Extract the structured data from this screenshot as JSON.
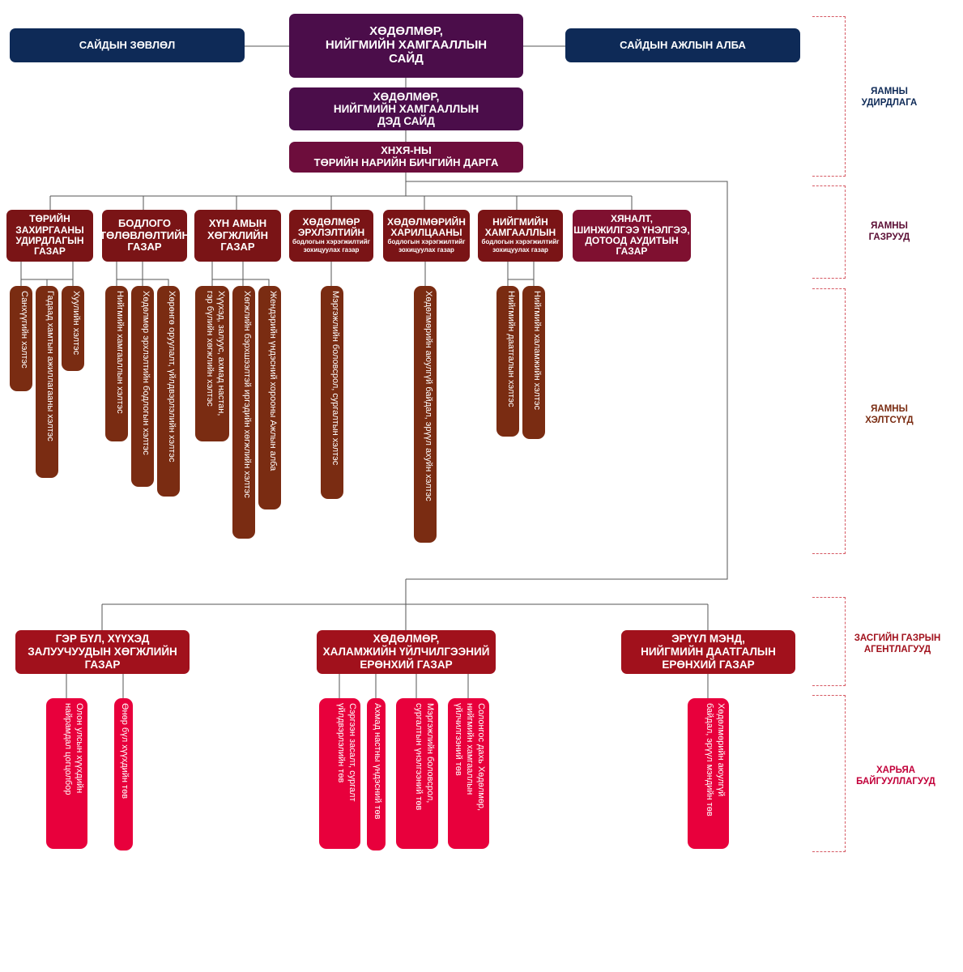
{
  "header": {
    "minister": "ХӨДӨЛМӨР,\nНИЙГМИЙН ХАМГААЛЛЫН\nСАЙД",
    "council": "САЙДЫН ЗӨВЛӨЛ",
    "office": "САЙДЫН АЖЛЫН АЛБА",
    "deputy": "ХӨДӨЛМӨР,\nНИЙГМИЙН ХАМГААЛЛЫН\nДЭД САЙД",
    "secretary": "ХНХЯ-НЫ\nТӨРИЙН НАРИЙН БИЧГИЙН ДАРГА"
  },
  "departments": [
    {
      "name": "ТӨРИЙН\nЗАХИРГААНЫ\nУДИРДЛАГЫН\nГАЗАР",
      "sub": ""
    },
    {
      "name": "БОДЛОГО\nТӨЛӨВЛӨЛТИЙН\nГАЗАР",
      "sub": ""
    },
    {
      "name": "ХҮН АМЫН\nХӨГЖЛИЙН\nГАЗАР",
      "sub": ""
    },
    {
      "name": "ХӨДӨЛМӨР\nЭРХЛЭЛТИЙН",
      "sub": "бодлогын хэрэгжилтийг\nзохицуулах газар"
    },
    {
      "name": "ХӨДӨЛМӨРИЙН\nХАРИЛЦААНЫ",
      "sub": "бодлогын хэрэгжилтийг\nзохицуулах газар"
    },
    {
      "name": "НИЙГМИЙН\nХАМГААЛЛЫН",
      "sub": "бодлогын хэрэгжилтийг\nзохицуулах газар"
    },
    {
      "name": "ХЯНАЛТ,\nШИНЖИЛГЭЭ ҮНЭЛГЭЭ,\nДОТООД АУДИТЫН\nГАЗАР",
      "sub": ""
    }
  ],
  "divisions": [
    "Санхүүгийн хэлтэс",
    "Гадаад хамтын ажиллагааны хэлтэс",
    "Хуулийн хэлтэс",
    "Нийгмийн хамгааллын хэлтэс",
    "Хөдөлмөр эрхлэлтийн бодлогын хэлтэс",
    "Хөрөнгө оруулалт, үйлдвэрлэлийн хэлтэс",
    "Хүүхэд, залуус, ахмад настан,\nгэр бүлийн хөгжлийн хэлтэс",
    "Хөгжлийн бэрхшээлтэй иргэдийн хөгжлийн хэлтэс",
    "Жендэрийн үндэсний хорооны Ажлын алба",
    "Мэргэжлийн боловсрол, сургалтын хэлтэс",
    "Хөдөлмөрийн аюулгүй байдал, эрүүл ахуйн хэлтэс",
    "Нийгмийн даатгалын хэлтэс",
    "Нийгмийн халамжийн хэлтэс"
  ],
  "agencies": [
    "ГЭР БҮЛ, ХҮҮХЭД\nЗАЛУУЧУУДЫН ХӨГЖЛИЙН\nГАЗАР",
    "ХӨДӨЛМӨР,\nХАЛАМЖИЙН ҮЙЛЧИЛГЭЭНИЙ\nЕРӨНХИЙ ГАЗАР",
    "ЭРҮҮЛ МЭНД,\nНИЙГМИЙН ДААТГАЛЫН\nЕРӨНХИЙ ГАЗАР"
  ],
  "affiliates": [
    "Олон улсын хүүхдийн\nнайрамдал цогцолбор",
    "Өнөр бүл хүүхдийн төв",
    "Сэргээн засалт, сургалт\nүйлдвэрлэлийн төв",
    "Ахмад настны үндэсний төв",
    "Мэргэжлийн боловсрол,\nсургалтын үнэлгээний төв",
    "Солонгос дахь Хөдөлмөр,\nнийгмийн хамгааллын\nүйлчилгээний төв",
    "Хөдөлмөрийн аюулгүй\nбайдал, эрүүл мэндийн төв"
  ],
  "side_labels": {
    "leadership": "ЯАМНЫ\nУДИРДЛАГА",
    "departments": "ЯАМНЫ\nГАЗРУУД",
    "divisions": "ЯАМНЫ\nХЭЛТСҮҮД",
    "agencies": "ЗАСГИЙН ГАЗРЫН\nАГЕНТЛАГУУД",
    "affiliates": "ХАРЬЯА\nБАЙГУУЛЛАГУУД"
  },
  "colors": {
    "navy": "#0e2a57",
    "plum": "#4b0d4a",
    "wine": "#6d0d3c",
    "maroon": "#7a1416",
    "brown": "#7a2c12",
    "agency_red": "#a1111c",
    "affiliate_pink": "#e8003c",
    "brace": "#d65a64"
  }
}
